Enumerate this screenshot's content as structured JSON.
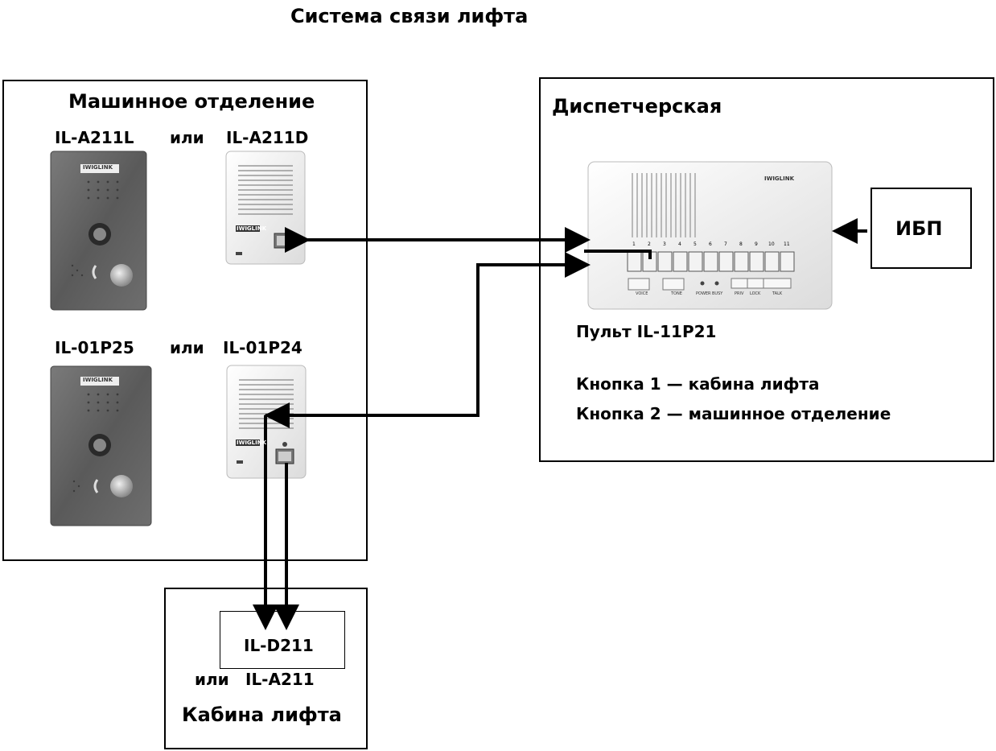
{
  "title": "Система связи лифта",
  "machine_room": {
    "heading": "Машинное отделение",
    "top_left_model": "IL-A211L",
    "top_or": "или",
    "top_right_model": "IL-A211D",
    "bottom_left_model": "IL-01P25",
    "bottom_or": "или",
    "bottom_right_model": "IL-01P24",
    "brand": "IWIGLINK"
  },
  "dispatch": {
    "heading": "Диспетчерская",
    "console_label": "Пульт IL-11P21",
    "button1": "Кнопка 1 — кабина лифта",
    "button2": "Кнопка 2 — машинное отделение",
    "ups": "ИБП",
    "brand": "IWIGLINK",
    "key_numbers": [
      "1",
      "2",
      "3",
      "4",
      "5",
      "6",
      "7",
      "8",
      "9",
      "10",
      "11"
    ],
    "bottom_labels": [
      "VOICE",
      "TONE",
      "POWER",
      "BUSY",
      "PRIV",
      "LOCK",
      "TALK"
    ]
  },
  "cabin": {
    "model1": "IL-D211",
    "or": "или",
    "model2": "IL-A211",
    "heading": "Кабина лифта"
  }
}
